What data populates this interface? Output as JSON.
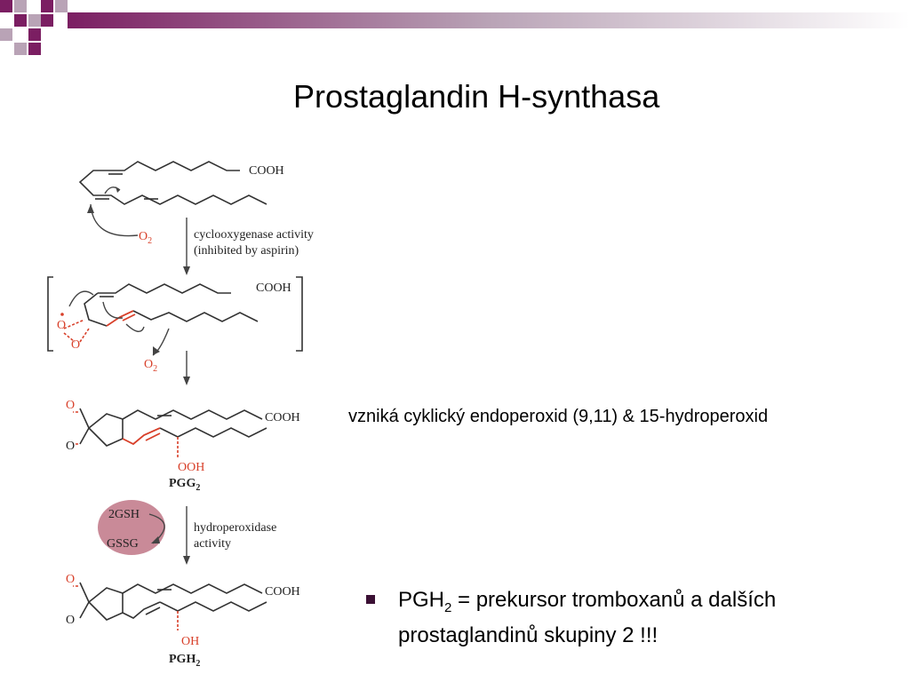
{
  "title": "Prostaglandin H-synthasa",
  "colors": {
    "accent": "#7b1e62",
    "deco_light": "#b9a3b6",
    "bond_red": "#d8402a",
    "gsh_badge": "#c98a98",
    "bullet": "#3b1034"
  },
  "diagram": {
    "cooh_1": "COOH",
    "cooh_2": "COOH",
    "cooh_3": "COOH",
    "cooh_4": "COOH",
    "o2_label_1": "O",
    "o2_sub_1": "2",
    "o2_label_2": "O",
    "o2_sub_2": "2",
    "step1_line1": "cyclooxygenase activity",
    "step1_line2": "(inhibited by aspirin)",
    "step2_line1": "hydroperoxidase",
    "step2_line2": "activity",
    "radical_o_top": "O",
    "radical_o_bottom": "O",
    "pgg_o_top": "O",
    "pgg_o_bottom": "O",
    "pgh_o_top": "O",
    "pgh_o_bottom": "O",
    "ooh_label": "OOH",
    "oh_label": "OH",
    "pgg2_name": "PGG",
    "pgg2_sub": "2",
    "pgh2_name": "PGH",
    "pgh2_sub": "2",
    "gsh_label": "2GSH",
    "gssg_label": "GSSG",
    "icon_badge": "gsh-cofactor-ellipse"
  },
  "caption": "vzniká cyklický endoperoxid (9,11) & 15-hydroperoxid",
  "bullet": {
    "prefix": "PGH",
    "sub": "2",
    "text_rest": " = prekursor tromboxanů a dalších prostaglandinů skupiny 2 !!!"
  }
}
